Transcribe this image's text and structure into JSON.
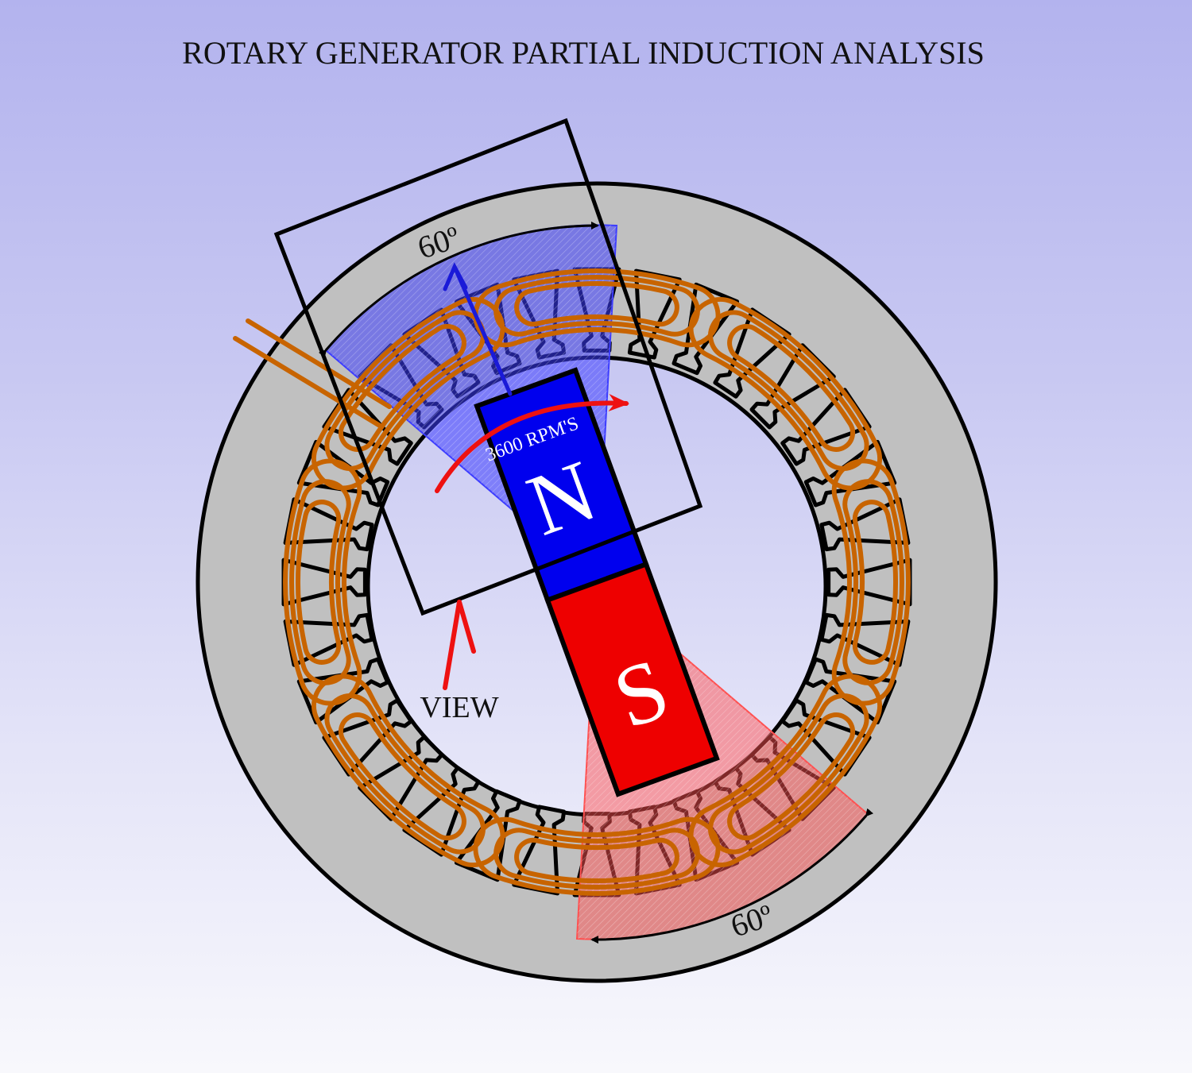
{
  "title": "ROTARY GENERATOR PARTIAL INDUCTION ANALYSIS",
  "labels": {
    "angle_top": "60º",
    "angle_bottom": "60º",
    "rpm": "3600 RPM'S",
    "north": "N",
    "south": "S",
    "view": "VIEW"
  },
  "stator": {
    "slot_count": 32,
    "rotor_angle_deg": -20,
    "sector_span_deg": 60
  },
  "colors": {
    "stator_body": "#c0c0c0",
    "coil": "#c86400",
    "north_pole": "#0000ee",
    "south_pole": "#ee0000",
    "north_field": "#3c3cff",
    "south_field": "#ff5050",
    "rotation_arrow": "#ee1111",
    "outline": "#000000"
  }
}
